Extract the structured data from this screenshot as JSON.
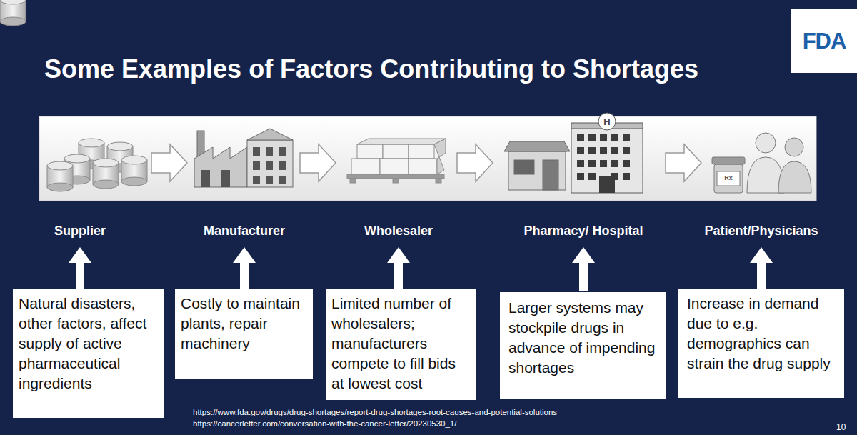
{
  "diagram": {
    "title": "Some Examples of Factors Contributing to Shortages",
    "nodes": [
      {
        "text": [
          "FDA"
        ]
      },
      {
        "text": [
          "Natural disasters, other factors, affect supply of active pharmaceutical ingredients"
        ]
      },
      {
        "text": [
          "Costly to maintain plants, repair machinery"
        ]
      },
      {
        "text": [
          "Limited number of wholesalers; manufacturers compete to fill bids at lowest cost"
        ]
      },
      {
        "text": [
          "Larger systems may stockpile drugs in advance of impending shortages"
        ]
      },
      {
        "text": [
          "Increase in demand due to e.g. demographics can strain the drug supply"
        ]
      }
    ],
    "labels": [
      "Supplier",
      "Manufacturer",
      "Wholesaler",
      "Pharmacy/ Hospital",
      "Patient/Physicians",
      "H",
      "Rx",
      "https://www.fda.gov/drugs/drug-shortages/report-drug-shortages-root-causes-and-potential-solutions",
      "https://cancerletter.com/conversation-with-the-cancer-letter/20230530_1/",
      "10"
    ]
  }
}
